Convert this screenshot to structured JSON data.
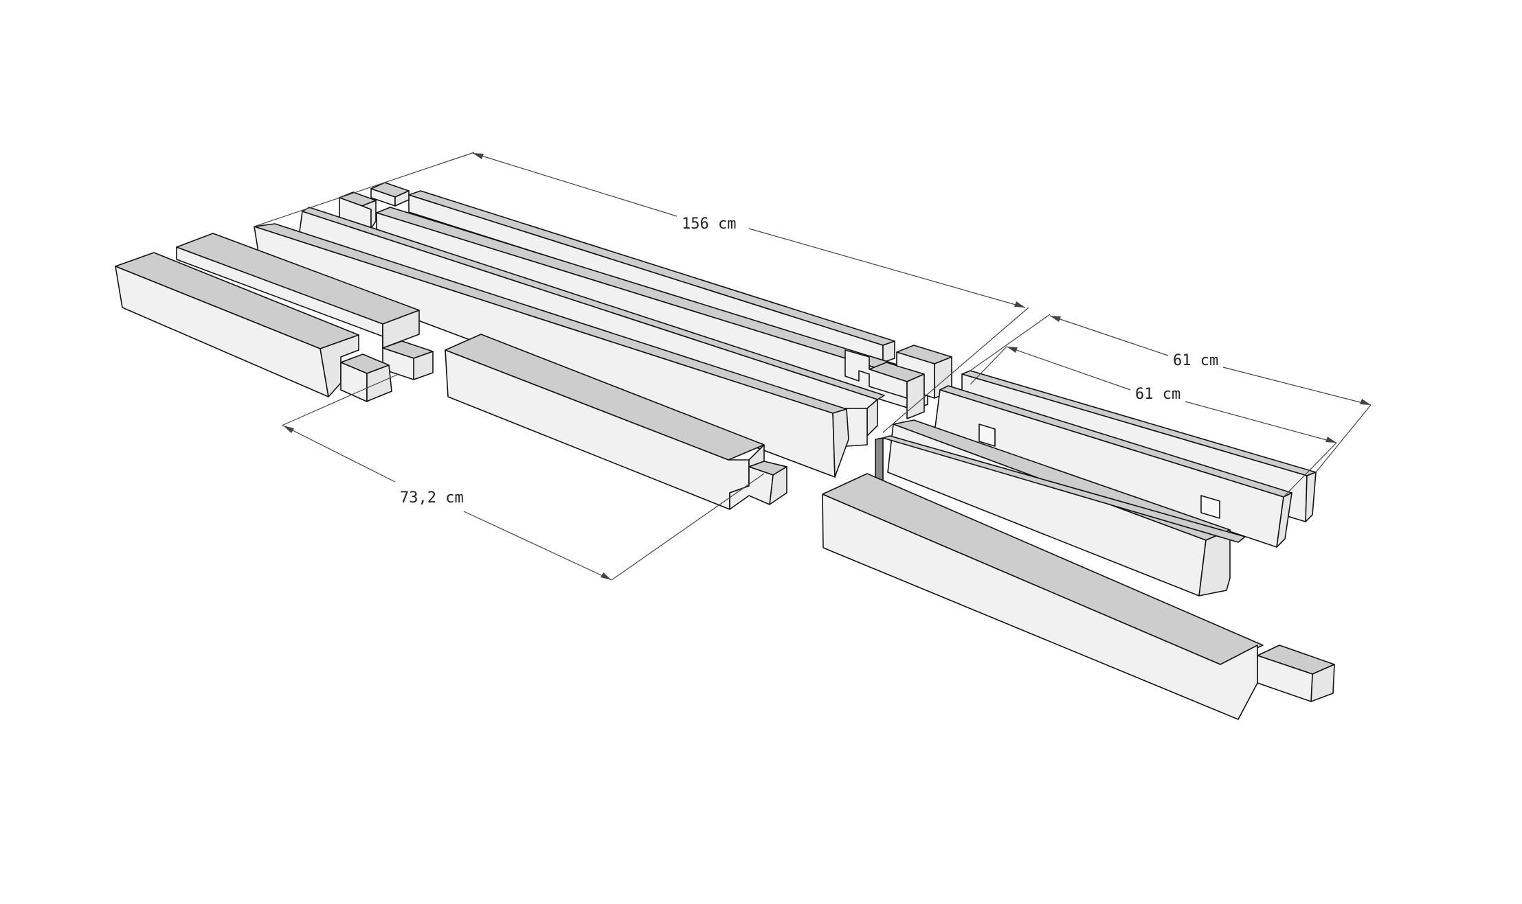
{
  "dimensions": {
    "top_length": "156 cm",
    "right_length_outer": "61 cm",
    "right_length_inner": "61 cm",
    "left_width": "73,2 cm"
  }
}
